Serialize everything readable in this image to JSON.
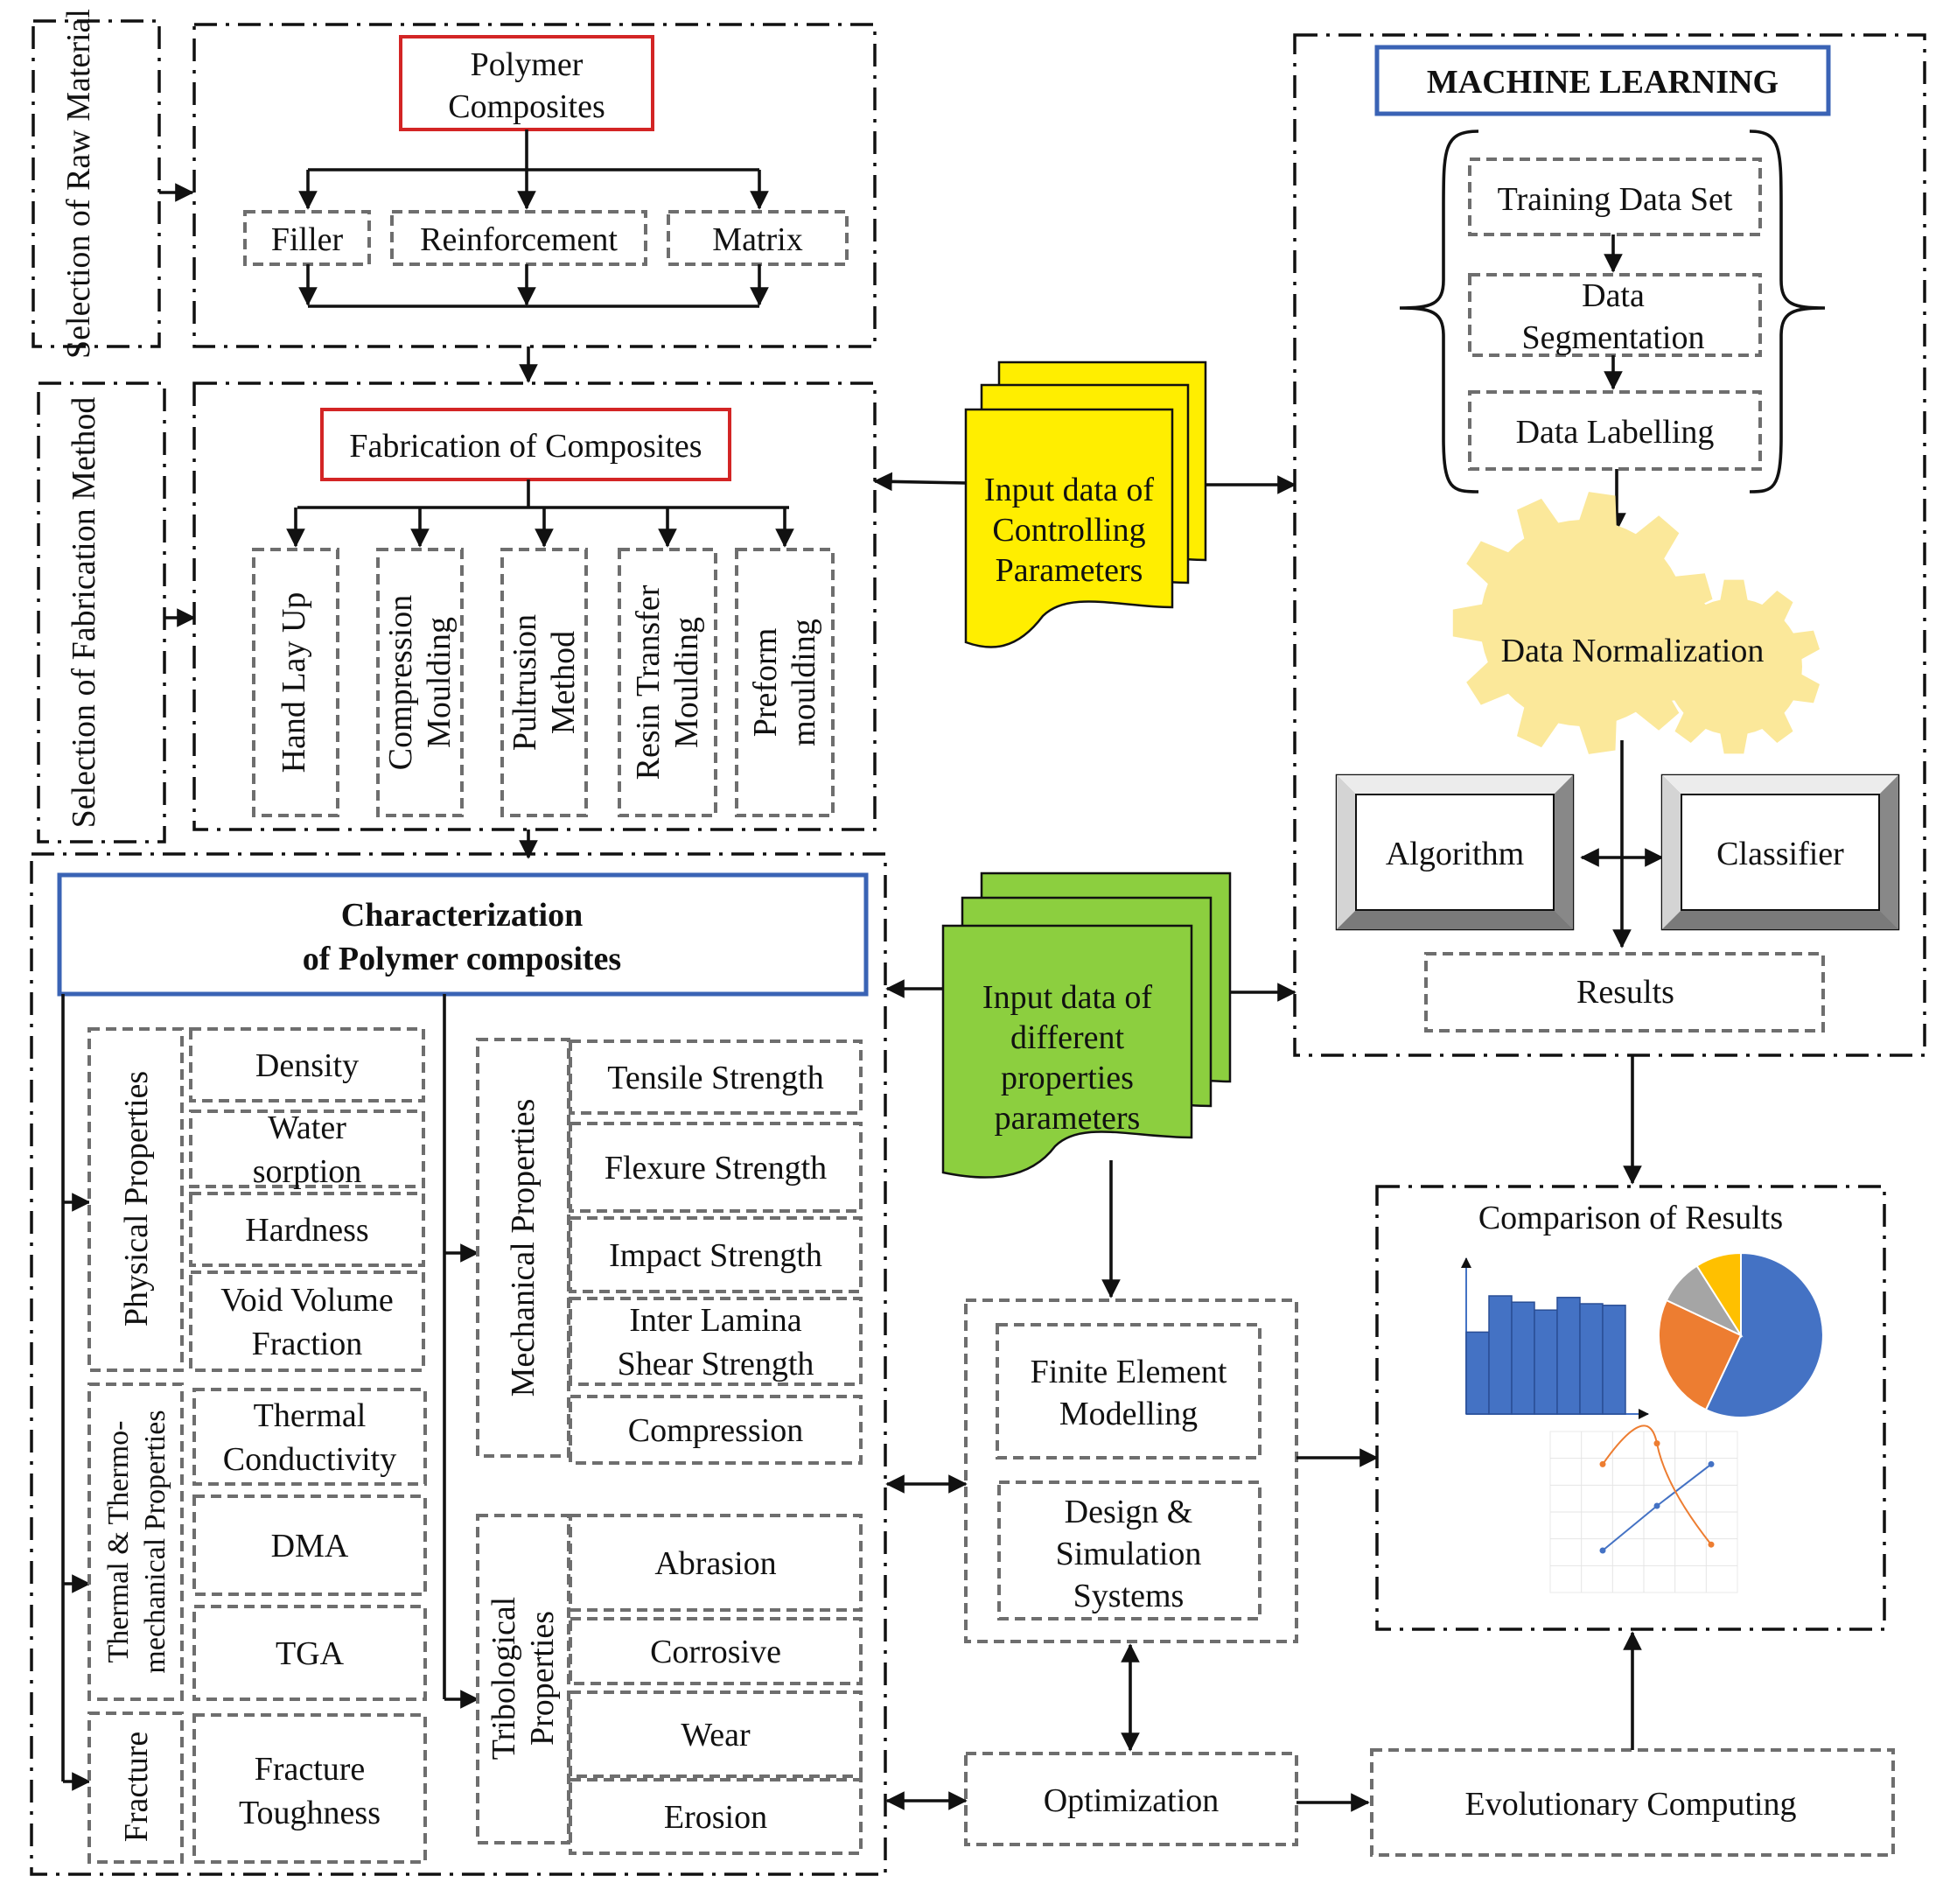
{
  "sections": {
    "raw_material": "Selection of Raw Material",
    "fabrication_method": "Selection of Fabrication Method"
  },
  "raw": {
    "title_l1": "Polymer",
    "title_l2": "Composites",
    "filler": "Filler",
    "reinforcement": "Reinforcement",
    "matrix": "Matrix"
  },
  "fabrication": {
    "title": "Fabrication of Composites",
    "methods": [
      [
        "Hand Lay Up"
      ],
      [
        "Compression",
        "Moulding"
      ],
      [
        "Pultrusion",
        "Method"
      ],
      [
        "Resin Transfer",
        "Moulding"
      ],
      [
        "Preform",
        "moulding"
      ]
    ]
  },
  "inputs": {
    "controlling": [
      "Input data of",
      "Controlling",
      "Parameters"
    ],
    "properties": [
      "Input data of",
      "different",
      "properties",
      "parameters"
    ],
    "yellow": "#ffee00",
    "green": "#8ccf3f"
  },
  "ml": {
    "title": "MACHINE LEARNING",
    "training": "Training Data Set",
    "segmentation": [
      "Data",
      "Segmentation"
    ],
    "labelling": "Data Labelling",
    "normalization": "Data Normalization",
    "algorithm": "Algorithm",
    "classifier": "Classifier",
    "results": "Results",
    "gear_color": "#fbe89a"
  },
  "characterization": {
    "title_l1": "Characterization",
    "title_l2": "of Polymer composites",
    "physical_label": "Physical Properties",
    "physical": [
      [
        "Density"
      ],
      [
        "Water",
        "sorption"
      ],
      [
        "Hardness"
      ],
      [
        "Void Volume",
        "Fraction"
      ]
    ],
    "thermal_label": [
      "Thermal & Thermo-",
      "mechanical Properties"
    ],
    "thermal": [
      [
        "Thermal",
        "Conductivity"
      ],
      [
        "DMA"
      ],
      [
        "TGA"
      ]
    ],
    "fracture_label": "Fracture",
    "fracture": [
      "Fracture",
      "Toughness"
    ],
    "mechanical_label": "Mechanical Properties",
    "mechanical": [
      [
        "Tensile Strength"
      ],
      [
        "Flexure Strength"
      ],
      [
        "Impact Strength"
      ],
      [
        "Inter Lamina",
        "Shear Strength"
      ],
      [
        "Compression"
      ]
    ],
    "tribological_label": [
      "Tribological",
      "Properties"
    ],
    "tribological": [
      [
        "Abrasion"
      ],
      [
        "Corrosive"
      ],
      [
        "Wear"
      ],
      [
        "Erosion"
      ]
    ]
  },
  "modelling": {
    "fem": [
      "Finite Element",
      "Modelling"
    ],
    "design": [
      "Design &",
      "Simulation",
      "Systems"
    ],
    "optimization": "Optimization",
    "evolutionary": "Evolutionary Computing"
  },
  "comparison": {
    "title": "Comparison of Results",
    "bar_values": [
      0.52,
      0.75,
      0.71,
      0.66,
      0.74,
      0.7,
      0.69
    ],
    "pie_values": [
      {
        "value": 57,
        "color": "#4472c4"
      },
      {
        "value": 25,
        "color": "#ed7d31"
      },
      {
        "value": 9,
        "color": "#a5a5a5"
      },
      {
        "value": 9,
        "color": "#ffc000"
      }
    ],
    "line_series": [
      {
        "color": "#4472c4",
        "points": [
          [
            1,
            1.0
          ],
          [
            2,
            2.5
          ],
          [
            3,
            3.9
          ]
        ]
      },
      {
        "color": "#ed7d31",
        "points": [
          [
            1,
            3.9
          ],
          [
            2,
            4.6
          ],
          [
            3,
            1.2
          ]
        ]
      }
    ]
  }
}
